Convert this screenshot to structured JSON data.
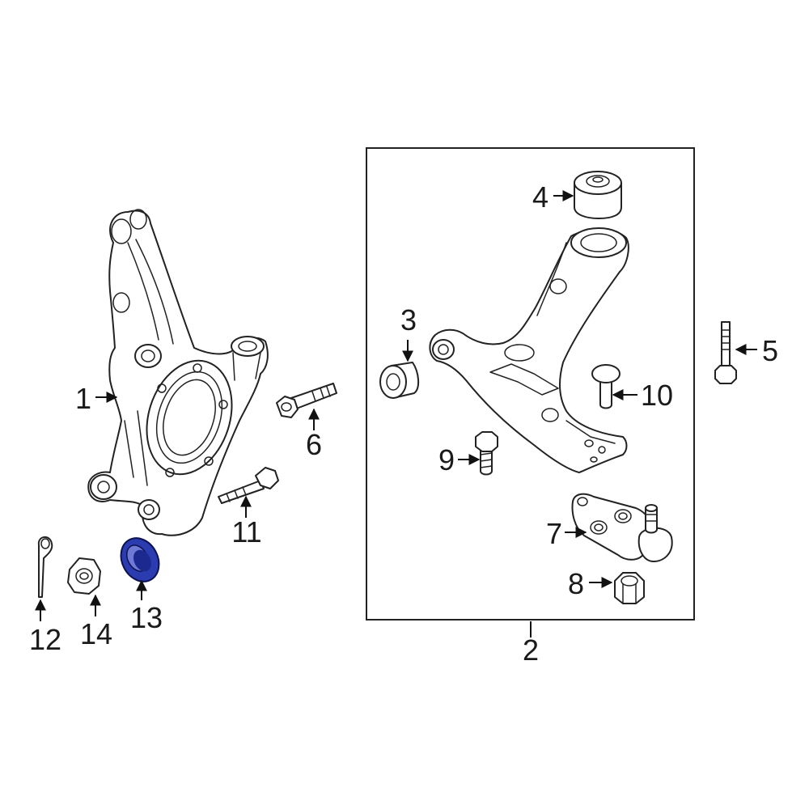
{
  "diagram": {
    "callouts": {
      "c1": "1",
      "c2": "2",
      "c3": "3",
      "c4": "4",
      "c5": "5",
      "c6": "6",
      "c7": "7",
      "c8": "8",
      "c9": "9",
      "c10": "10",
      "c11": "11",
      "c12": "12",
      "c13": "13",
      "c14": "14"
    },
    "highlight_part": "13",
    "colors": {
      "highlight_fill": "#2b3bb0",
      "highlight_stroke": "#0b1250",
      "line": "#222222",
      "background": "#ffffff"
    }
  }
}
